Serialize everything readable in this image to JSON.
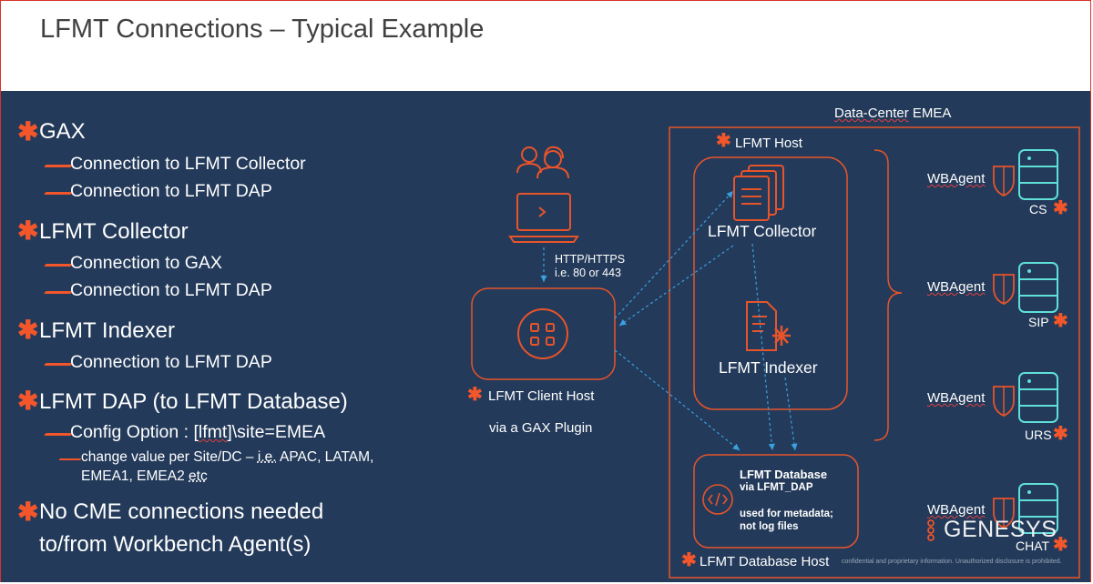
{
  "title": "LFMT Connections – Typical Example",
  "bullets": {
    "gax": "GAX",
    "gax_1": "Connection to LFMT Collector",
    "gax_2": "Connection to LFMT DAP",
    "collector": "LFMT Collector",
    "collector_1": "Connection to GAX",
    "collector_2": "Connection to LFMT DAP",
    "indexer": "LFMT Indexer",
    "indexer_1": "Connection to LFMT DAP",
    "dap": "LFMT DAP (to LFMT Database)",
    "dap_1_prefix": "Config Option : [",
    "dap_1_word": "lfmt",
    "dap_1_suffix": "]\\site=EMEA",
    "dap_2_line1_prefix": "change value per Site/DC – ",
    "dap_2_ie": "i.e.",
    "dap_2_line1_suffix": " APAC, LATAM,",
    "dap_2_line2_prefix": "EMEA1, EMEA2 ",
    "dap_2_etc": "etc",
    "cme_line1": "No CME connections needed",
    "cme_line2": "to/from Workbench Agent(s)"
  },
  "diagram": {
    "http_line1": "HTTP/HTTPS",
    "http_line2": "i.e. 80 or 443",
    "client_host": "LFMT Client Host",
    "via_gax": "via a GAX Plugin",
    "datacenter_prefix": "Data-",
    "datacenter_mid": "Center",
    "datacenter_suffix": " EMEA",
    "lfmt_host": "LFMT Host",
    "collector": "LFMT Collector",
    "indexer": "LFMT Indexer",
    "db_title": "LFMT Database",
    "db_via": "via LFMT_DAP",
    "db_use1": "used for metadata;",
    "db_use2": "not log files",
    "db_host": "LFMT Database Host",
    "agents": [
      {
        "label": "WBAgent",
        "server": "CS"
      },
      {
        "label": "WBAgent",
        "server": "SIP"
      },
      {
        "label": "WBAgent",
        "server": "URS"
      },
      {
        "label": "WBAgent",
        "server": "CHAT"
      }
    ],
    "brand": "GENESYS",
    "footer": "confidential and proprietary information. Unauthorized disclosure is prohibited."
  },
  "colors": {
    "background": "#233a5a",
    "accent_orange": "#f2562a",
    "server_teal": "#5fe0d8",
    "arrow_blue": "#3aa0e0"
  }
}
